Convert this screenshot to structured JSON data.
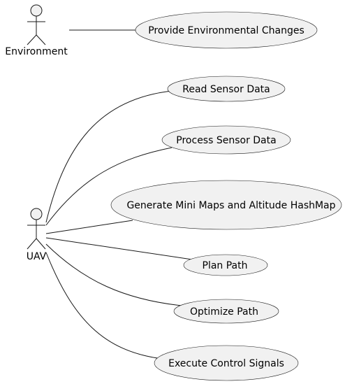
{
  "actors": [
    {
      "id": "environment",
      "name": "Environment"
    },
    {
      "id": "uav",
      "name": "UAV"
    }
  ],
  "use_cases": [
    {
      "id": "provide-environmental-changes",
      "label": "Provide Environmental Changes"
    },
    {
      "id": "read-sensor-data",
      "label": "Read Sensor Data"
    },
    {
      "id": "process-sensor-data",
      "label": "Process Sensor Data"
    },
    {
      "id": "generate-mini-maps",
      "label": "Generate Mini Maps and Altitude HashMap"
    },
    {
      "id": "plan-path",
      "label": "Plan Path"
    },
    {
      "id": "optimize-path",
      "label": "Optimize Path"
    },
    {
      "id": "execute-control-signals",
      "label": "Execute Control Signals"
    }
  ],
  "associations": [
    {
      "from": "environment",
      "to": "provide-environmental-changes"
    },
    {
      "from": "uav",
      "to": "read-sensor-data"
    },
    {
      "from": "uav",
      "to": "process-sensor-data"
    },
    {
      "from": "uav",
      "to": "generate-mini-maps"
    },
    {
      "from": "uav",
      "to": "plan-path"
    },
    {
      "from": "uav",
      "to": "optimize-path"
    },
    {
      "from": "uav",
      "to": "execute-control-signals"
    }
  ]
}
